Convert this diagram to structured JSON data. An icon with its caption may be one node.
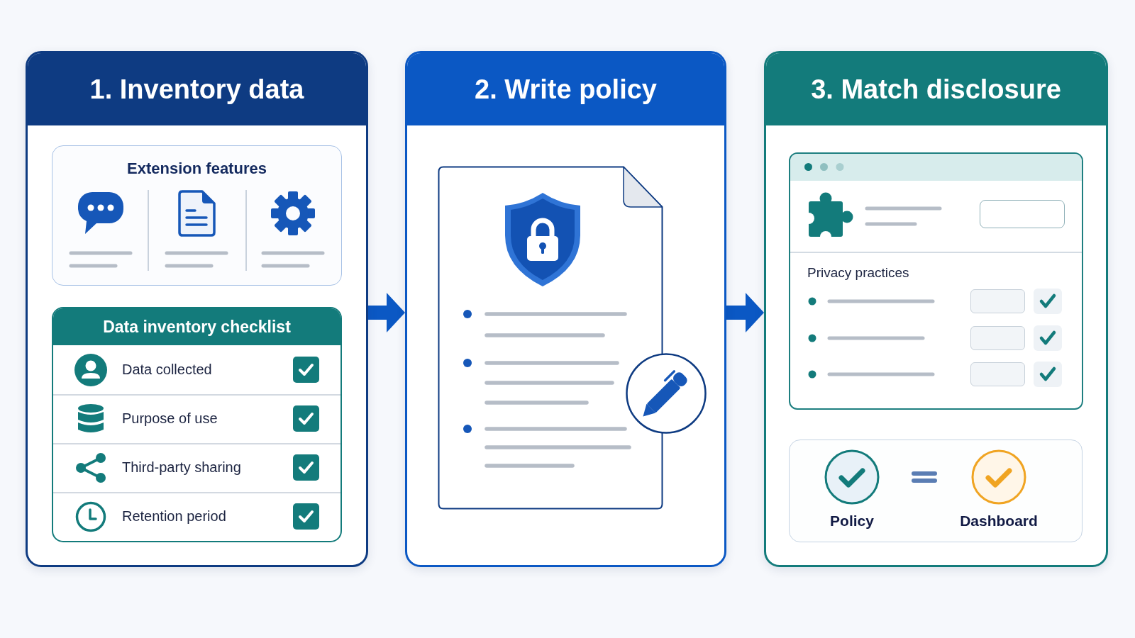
{
  "diagram": {
    "nodes": [
      {
        "text": [
          "1. Inventory data"
        ]
      },
      {
        "text": [
          "Extension features"
        ],
        "in": 0
      },
      {
        "text": [
          "Data inventory checklist",
          "Data collected",
          "Purpose of use",
          "Third-party sharing",
          "Retention period"
        ],
        "in": 0
      },
      {
        "text": [
          "2. Write policy"
        ]
      },
      {
        "text": [
          "3. Match disclosure"
        ]
      },
      {
        "text": [
          "Privacy practices"
        ],
        "in": 4
      },
      {
        "text": [
          "Policy",
          "Dashboard"
        ],
        "in": 4
      }
    ],
    "edges": [
      {
        "from": 0,
        "to": 3,
        "arrow": "to",
        "style": "thick"
      },
      {
        "from": 3,
        "to": 4,
        "arrow": "to",
        "style": "thick"
      }
    ]
  }
}
